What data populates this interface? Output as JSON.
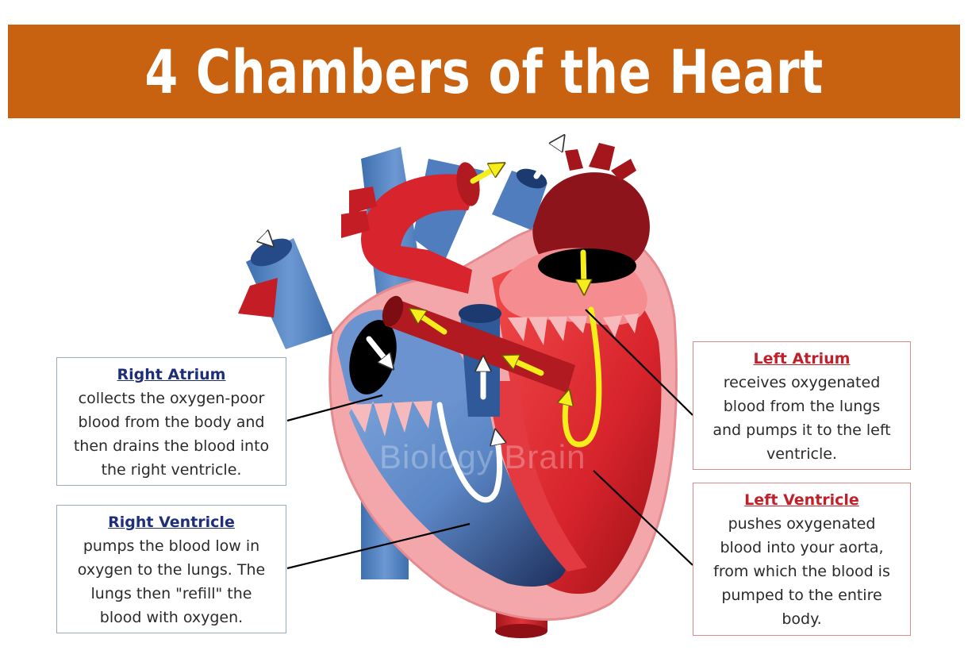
{
  "title": "4 Chambers of the Heart",
  "watermark": "Biology Brain",
  "labels": {
    "right_atrium": {
      "heading": "Right Atrium",
      "lines": [
        "collects the oxygen-poor",
        "blood from the body and",
        "then drains the blood into",
        "the right ventricle."
      ]
    },
    "right_ventricle": {
      "heading": "Right Ventricle",
      "lines": [
        "pumps the blood low in",
        "oxygen to the lungs. The",
        "lungs then \"refill\" the",
        "blood with oxygen."
      ]
    },
    "left_atrium": {
      "heading": "Left Atrium",
      "lines": [
        "receives oxygenated",
        "blood from the lungs",
        "and pumps it to the left",
        "ventricle."
      ]
    },
    "left_ventricle": {
      "heading": "Left Ventricle",
      "lines": [
        "pushes oxygenated",
        "blood into your aorta,",
        "from which the blood is",
        "pumped to the entire",
        "body."
      ]
    }
  },
  "colors": {
    "title_bar": "#c96210",
    "oxygen_poor": "#5b86c5",
    "oxygenated": "#d8242c",
    "arrow_oxygenated": "#f5ee1a",
    "arrow_oxygen_poor": "#ffffff"
  }
}
